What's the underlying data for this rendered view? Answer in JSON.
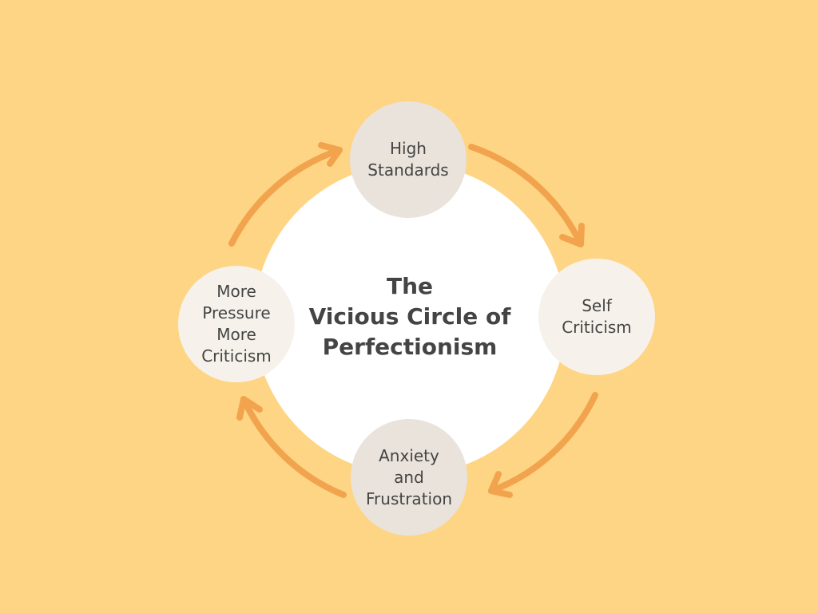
{
  "title": [
    "The",
    "Vicious Circle of",
    "Perfectionism"
  ],
  "nodes": {
    "top": [
      "High",
      "Standards"
    ],
    "right": [
      "Self",
      "Criticism"
    ],
    "bottom": [
      "Anxiety",
      "and",
      "Frustration"
    ],
    "left": [
      "More",
      "Pressure",
      "More",
      "Criticism"
    ]
  },
  "colors": {
    "background": "#FED584",
    "arrow": "#F2A34D",
    "center": "#FFFFFF",
    "node_dark": "#EAE3DB",
    "node_light": "#F6F2EB",
    "text": "#444444"
  }
}
